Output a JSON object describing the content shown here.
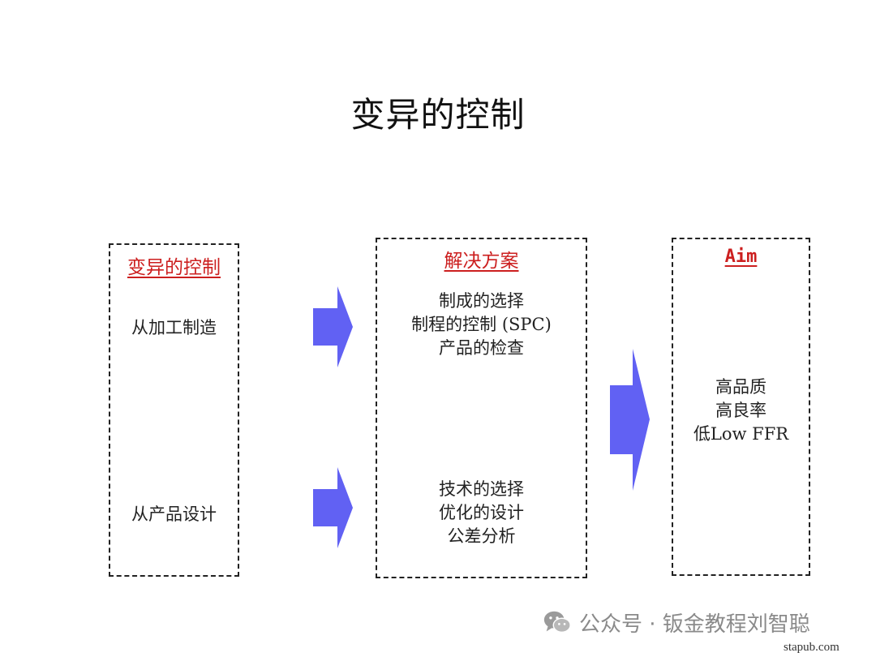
{
  "title": "变异的控制",
  "boxes": {
    "variation": {
      "heading": "变异的控制",
      "items": [
        "从加工制造",
        "从产品设计"
      ]
    },
    "solution": {
      "heading": "解决方案",
      "group1": [
        "制成的选择",
        "制程的控制 (SPC)",
        "产品的检查"
      ],
      "group2": [
        "技术的选择",
        "优化的设计",
        "公差分析"
      ]
    },
    "aim": {
      "heading": "Aim",
      "items": [
        "高品质",
        "高良率",
        "低Low FFR"
      ]
    }
  },
  "colors": {
    "heading": "#cc1f1f",
    "arrow": "#6161f3"
  },
  "watermark": {
    "text": "公众号 · 钣金教程刘智聪",
    "icon": "wechat-icon"
  },
  "site": "stapub.com"
}
